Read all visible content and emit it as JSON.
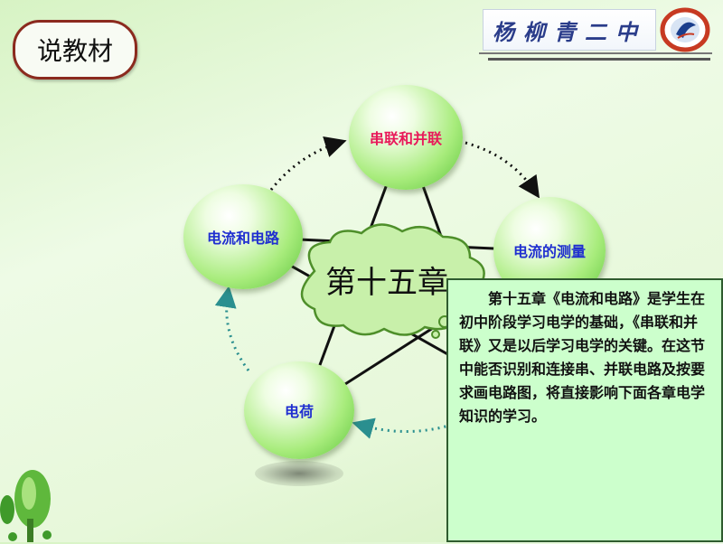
{
  "header": {
    "section_label": "说教材",
    "school_logo_text": "杨柳青二中"
  },
  "diagram": {
    "center_label": "第十五章",
    "nodes": {
      "top": "串联和并联",
      "left": "电流和电路",
      "right": "电流的测量",
      "bottom_left": "电荷"
    }
  },
  "description": "第十五章《电流和电路》是学生在初中阶段学习电学的基础，《串联和并联》又是以后学习电学的关键。在这节中能否识别和连接串、并联电路及按要求画电路图，将直接影响下面各章电学知识的学习。",
  "colors": {
    "top_label": "#e8195a",
    "node_label": "#1f2ed0",
    "panel_bg": "#ccffcc",
    "badge_border": "#8b2a1e"
  }
}
